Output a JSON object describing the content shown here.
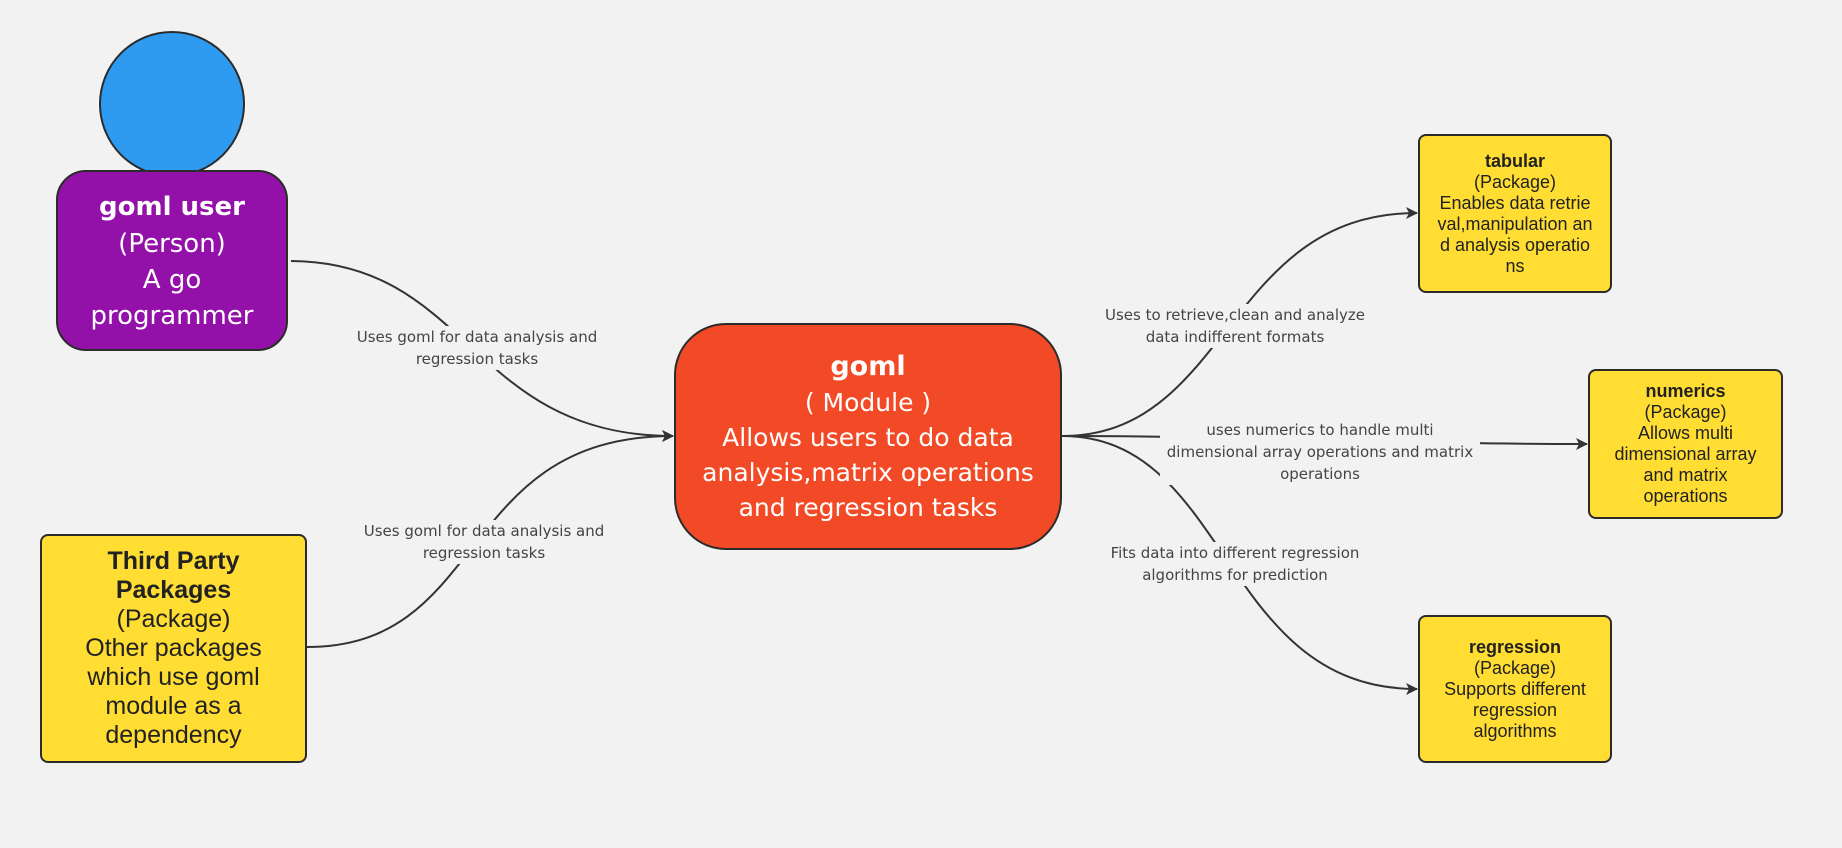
{
  "nodes": {
    "user": {
      "title": "goml user",
      "type": "(Person)",
      "description": "A go programmer"
    },
    "module": {
      "title": "goml",
      "type": "( Module )",
      "description": "Allows users to do data analysis,matrix operations and regression tasks"
    },
    "third_party": {
      "title": "Third Party Packages",
      "type": "(Package)",
      "description": "Other packages which use goml module as a dependency"
    },
    "tabular": {
      "title": "tabular",
      "type": "(Package)",
      "description": "Enables data retrieval,manipulation and analysis operations"
    },
    "numerics": {
      "title": "numerics",
      "type": "(Package)",
      "description": "Allows multi dimensional array and matrix operations"
    },
    "regression": {
      "title": "regression",
      "type": "(Package)",
      "description": "Supports different regression algorithms"
    }
  },
  "edges": {
    "user_to_module": "Uses goml for data analysis and regression tasks",
    "third_party_to_module": "Uses goml for data analysis and regression tasks",
    "module_to_tabular": "Uses to retrieve,clean and analyze data indifferent formats",
    "module_to_numerics": "uses numerics to handle multi dimensional array operations and matrix operations",
    "module_to_regression": "Fits data into different regression algorithms for prediction"
  },
  "colors": {
    "background": "#f3f2f2",
    "person_head": "#2e9bf1",
    "person_body": "#9311a8",
    "module": "#f24a26",
    "package": "#ffdd33",
    "edge": "#333333"
  }
}
